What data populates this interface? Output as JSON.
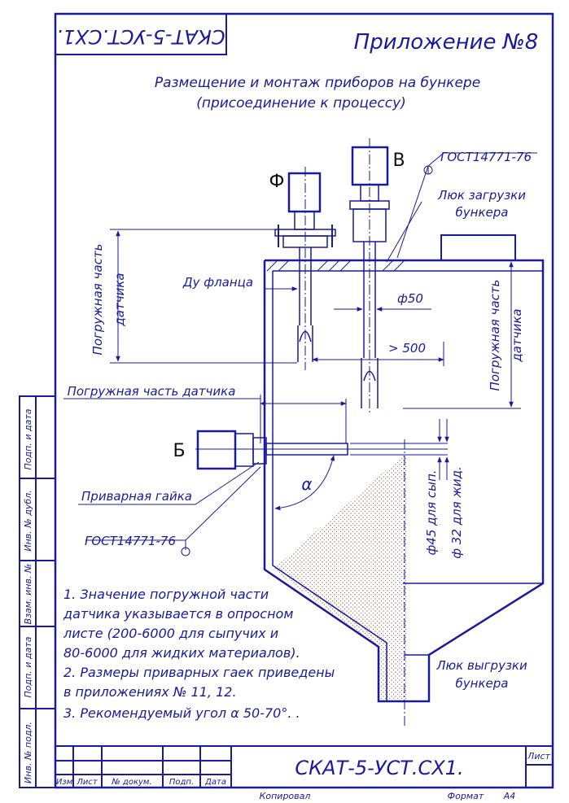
{
  "header": {
    "mirrored_code": "СКАТ-5-УСТ.СХ1.",
    "appendix_title": "Приложение №8",
    "subtitle_line1": "Размещение и монтаж приборов на бункере",
    "subtitle_line2": "(присоединение к процессу)"
  },
  "labels": {
    "f": "Ф",
    "v": "В",
    "b": "Б",
    "gost_top": "ГОСТ14771-76",
    "gost_bottom": "ГОСТ14771-76",
    "hatch_load_1": "Люк загрузки",
    "hatch_load_2": "бункера",
    "hatch_unload_1": "Люк выгрузки",
    "hatch_unload_2": "бункера",
    "immersion_left_1": "Погружная часть",
    "immersion_left_2": "датчика",
    "immersion_right_1": "Погружная часть",
    "immersion_right_2": "датчика",
    "immersion_horizontal": "Погружная часть датчика",
    "flange": "Ду фланца",
    "d50": "ф50",
    "gt500": "> 500",
    "weld_nut": "Приварная гайка",
    "alpha": "α",
    "phi45": "ф45 для сып.",
    "phi32": "ф 32 для жид."
  },
  "notes": [
    "1. Значение погружной части",
    "датчика указывается в опросном",
    "листе (200-6000 для сыпучих и",
    "80-6000 для жидких материалов).",
    "2. Размеры приварных гаек приведены",
    "в приложениях № 11, 12.",
    "3. Рекомендуемый угол α 50-70°. ."
  ],
  "side_stamps": [
    "Инв. № подл.",
    "Подп. и дата",
    "Взам. инв. №",
    "Инв. № дубл.",
    "Подп. и дата"
  ],
  "title_block": {
    "code": "СКАТ-5-УСТ.СХ1.",
    "sheet": "Лист",
    "cols": [
      "Изм",
      "Лист",
      "№ докум.",
      "Подп.",
      "Дата"
    ],
    "copied": "Копировал",
    "format": "Формат",
    "format_value": "А4"
  }
}
